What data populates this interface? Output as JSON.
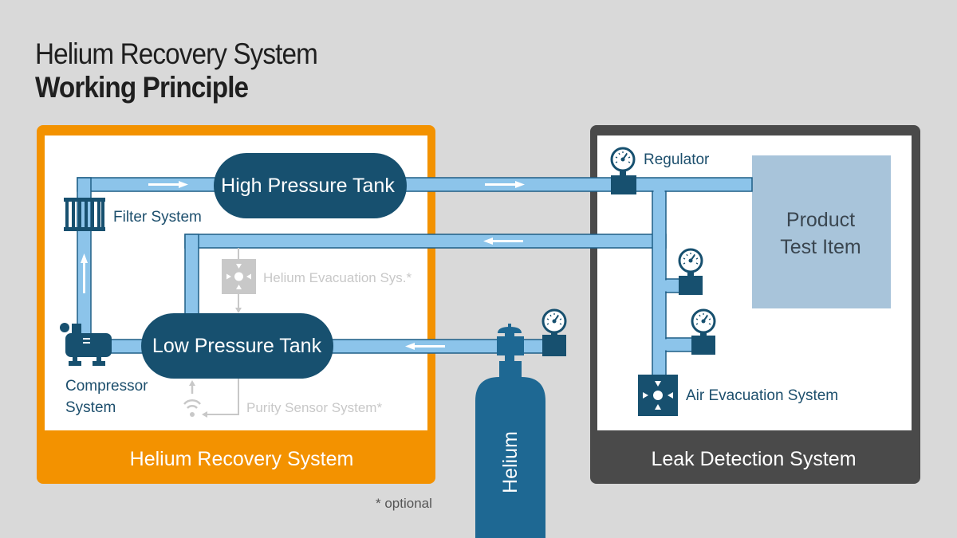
{
  "header": {
    "title": "Helium Recovery System",
    "subtitle": "Working Principle"
  },
  "recovery_system": {
    "label": "Helium Recovery System",
    "color": "#f39200",
    "high_pressure_tank": "High Pressure Tank",
    "low_pressure_tank": "Low Pressure Tank",
    "filter_system": "Filter System",
    "compressor_line1": "Compressor",
    "compressor_line2": "System",
    "helium_evacuation": "Helium Evacuation Sys.*",
    "purity_sensor": "Purity Sensor System*"
  },
  "leak_detection_system": {
    "label": "Leak Detection System",
    "color": "#4a4a4a",
    "regulator": "Regulator",
    "product_line1": "Product",
    "product_line2": "Test Item",
    "air_evacuation": "Air Evacuation System"
  },
  "cylinder": {
    "label": "Helium"
  },
  "footnote": "* optional",
  "colors": {
    "pipe": "#8cc4ea",
    "pipe_outline": "#1f5e86",
    "tank": "#17506f",
    "optional_grey": "#c8c8c8",
    "product": "#a8c4da",
    "cylinder": "#1e6893"
  }
}
